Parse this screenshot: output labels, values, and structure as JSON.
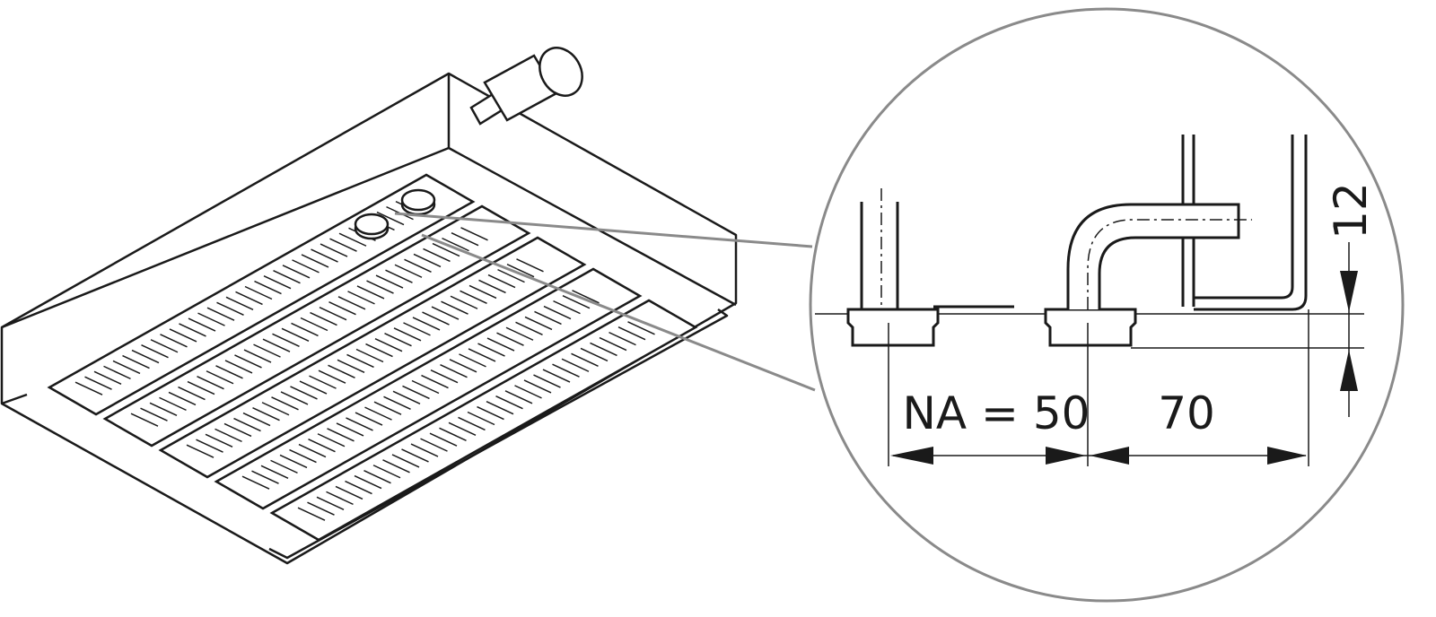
{
  "dimensions": {
    "connection_spacing": "NA = 50",
    "offset": "70",
    "height": "12"
  },
  "colors": {
    "line": "#1a1a1a",
    "callout": "#8a8a8a"
  }
}
